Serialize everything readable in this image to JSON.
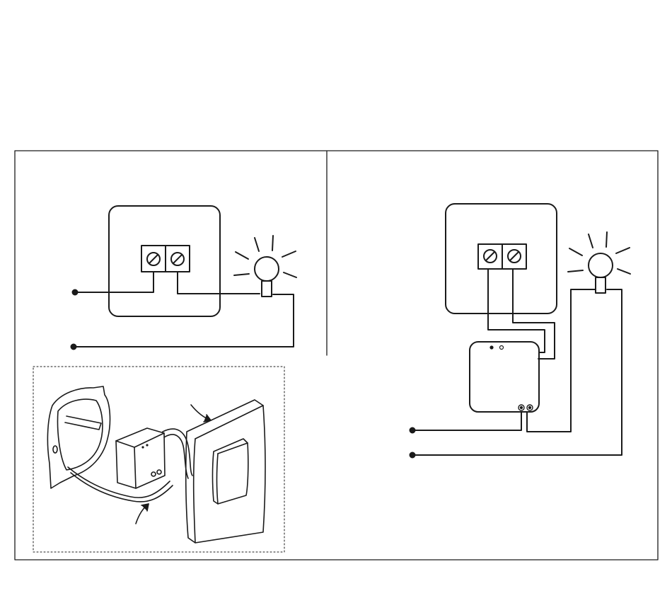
{
  "diagram": {
    "line_color": "#1a1a1a",
    "background": "#ffffff",
    "panels": [
      {
        "name": "conventional-wiring",
        "components": [
          "wall-switch-plate",
          "two-screw-terminal",
          "light-bulb",
          "supply-wire-terminals"
        ]
      },
      {
        "name": "module-wiring",
        "components": [
          "wall-switch-plate",
          "two-screw-terminal",
          "light-bulb",
          "relay-module",
          "supply-wire-terminals"
        ]
      },
      {
        "name": "installation-illustration",
        "components": [
          "flush-mounting-box",
          "relay-module",
          "rocker-switch",
          "arrow-to-switch",
          "arrow-to-module"
        ]
      }
    ],
    "icons": [
      "screw-terminal-icon",
      "light-bulb-icon",
      "relay-module-icon",
      "rocker-switch-icon",
      "arrow-icon"
    ]
  }
}
